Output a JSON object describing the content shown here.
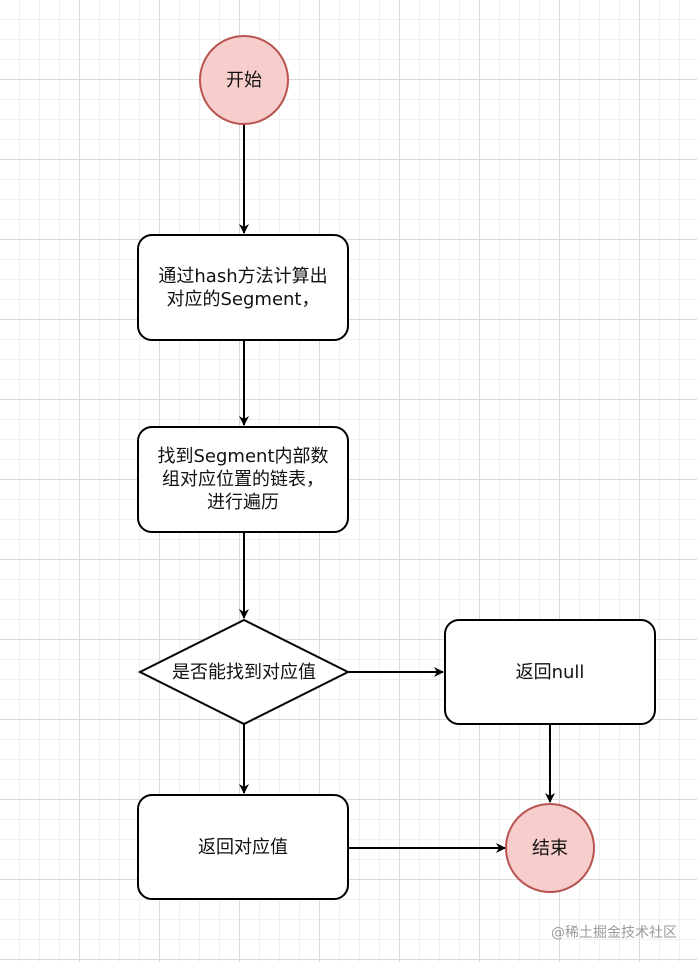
{
  "diagram": {
    "nodes": {
      "start": "开始",
      "compute_segment": "通过hash方法计算出\n对应的Segment，",
      "traverse_list": "找到Segment内部数\n组对应位置的链表，\n进行遍历",
      "found_decision": "是否能找到对应值",
      "return_null": "返回null",
      "return_value": "返回对应值",
      "end": "结束"
    },
    "colors": {
      "terminal_fill": "#f8cecc",
      "terminal_stroke": "#b85450",
      "box_fill": "#ffffff",
      "box_stroke": "#000000",
      "edge": "#000000"
    }
  },
  "watermark": {
    "text": "@稀土掘金技术社区"
  }
}
